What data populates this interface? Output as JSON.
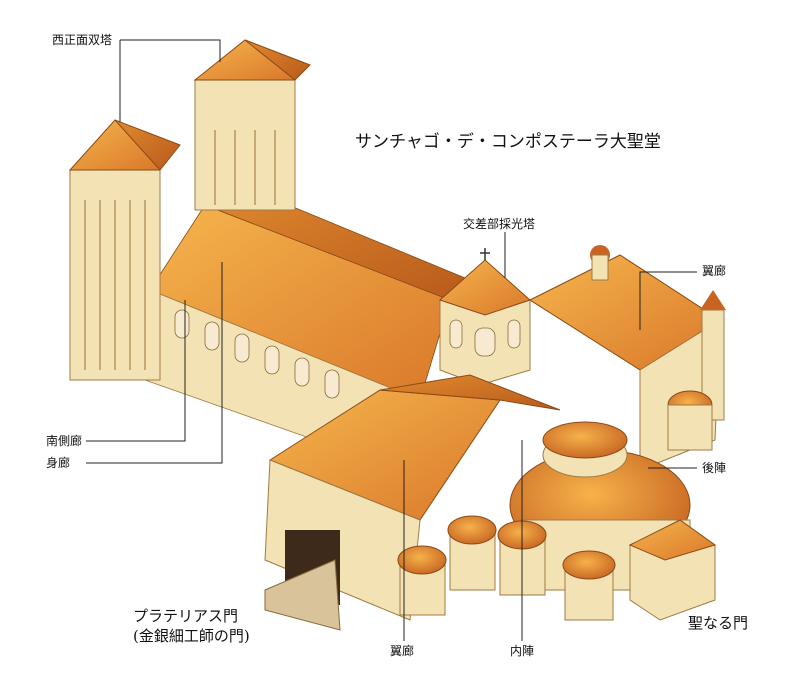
{
  "title": "サンチャゴ・デ・コンポステーラ大聖堂",
  "labels": {
    "west_towers": "西正面双塔",
    "crossing_tower": "交差部採光塔",
    "transept_right": "翼廊",
    "south_aisle": "南側廊",
    "nave": "身廊",
    "chevet": "後陣",
    "transept_bottom": "翼廊",
    "inner_choir": "内陣",
    "holy_gate": "聖なる門",
    "plateria_gate": "プラテリアス門",
    "plateria_gate_sub": "(金銀細工師の門)"
  },
  "colors": {
    "roof_light": "#f0a33a",
    "roof_dark": "#c8641f",
    "wall": "#f3e2b4",
    "wall_shadow": "#e2c58f"
  }
}
